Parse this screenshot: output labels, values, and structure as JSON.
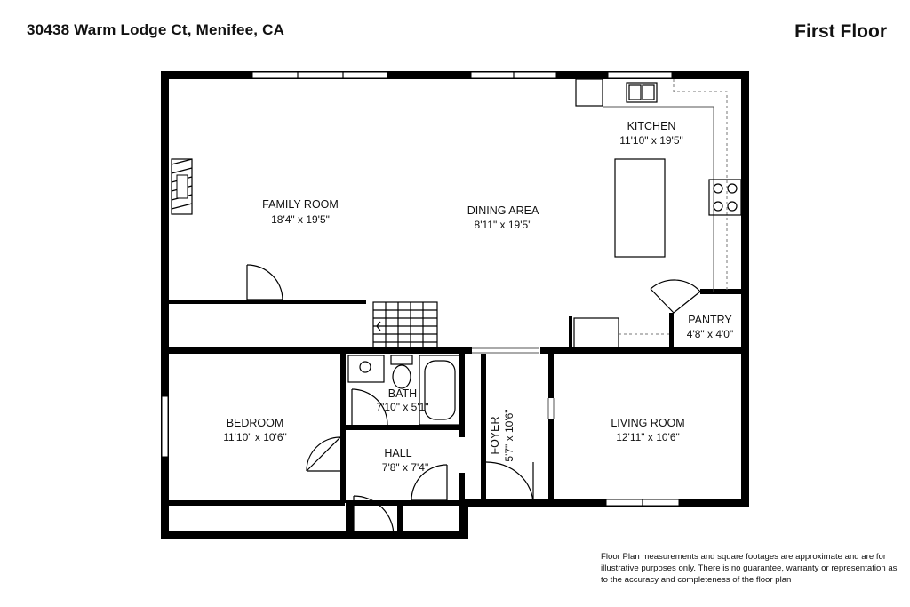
{
  "header": {
    "address": "30438 Warm Lodge Ct, Menifee, CA",
    "floor": "First Floor"
  },
  "rooms": {
    "family_room": {
      "name": "FAMILY ROOM",
      "dims": "18'4\" x 19'5\""
    },
    "dining_area": {
      "name": "DINING AREA",
      "dims": "8'11\" x 19'5\""
    },
    "kitchen": {
      "name": "KITCHEN",
      "dims": "11'10\" x 19'5\""
    },
    "pantry": {
      "name": "PANTRY",
      "dims": "4'8\" x 4'0\""
    },
    "bath": {
      "name": "BATH",
      "dims": "7'10\" x 5'1\""
    },
    "bedroom": {
      "name": "BEDROOM",
      "dims": "11'10\" x 10'6\""
    },
    "hall": {
      "name": "HALL",
      "dims": "7'8\" x 7'4\""
    },
    "foyer": {
      "name": "FOYER",
      "dims": "5'7\" x 10'6\""
    },
    "living_room": {
      "name": "LIVING ROOM",
      "dims": "12'11\" x 10'6\""
    }
  },
  "disclaimer": "Floor Plan measurements and square footages are approximate and are for illustrative purposes only. There is no guarantee, warranty or representation as to the accuracy and completeness of the floor plan"
}
